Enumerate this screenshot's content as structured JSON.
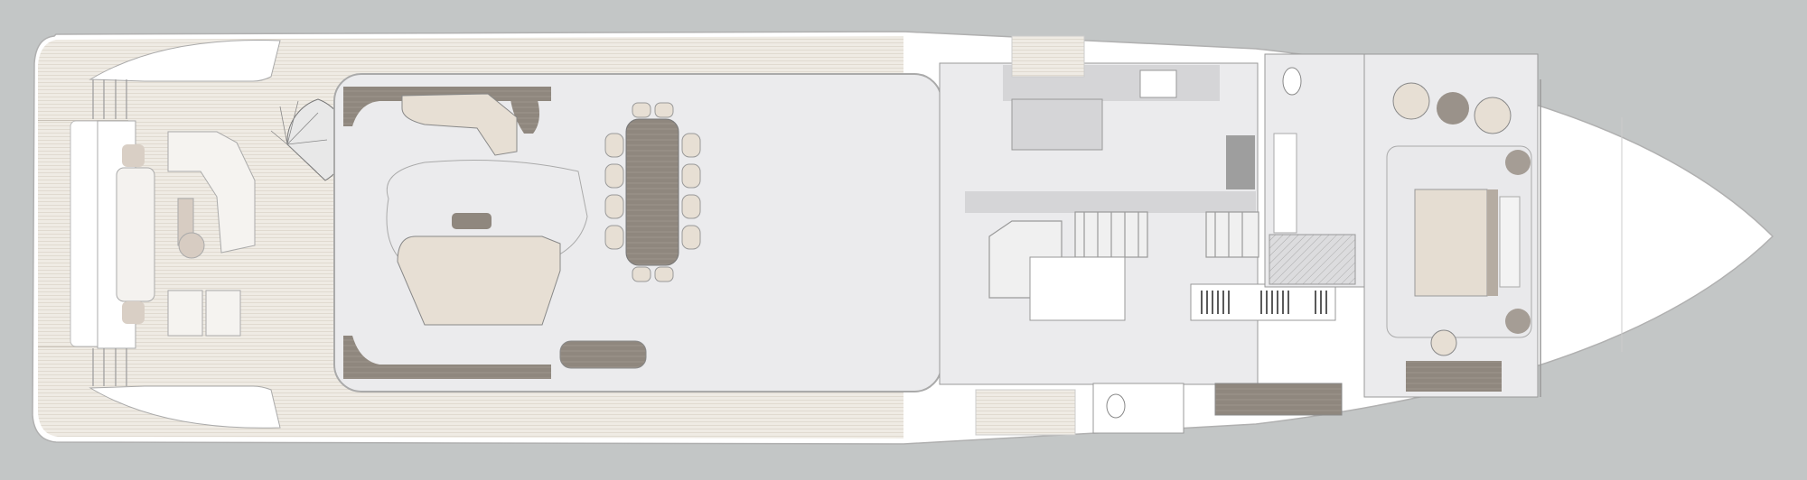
{
  "plan": {
    "colors": {
      "background": "#c3c6c6",
      "hull": "#ffffff",
      "teak_deck": "#ede9e2",
      "interior_floor": "#ebebed",
      "dark_wood": "#8f877e",
      "cushion": "#e7dfd4",
      "service_grey": "#d5d5d7",
      "outline": "#8a8a8a"
    },
    "zones": [
      "aft-deck",
      "main-salon",
      "dining",
      "galley",
      "stairs",
      "day-head",
      "owner-cabin",
      "owner-bathroom",
      "foredeck"
    ]
  }
}
